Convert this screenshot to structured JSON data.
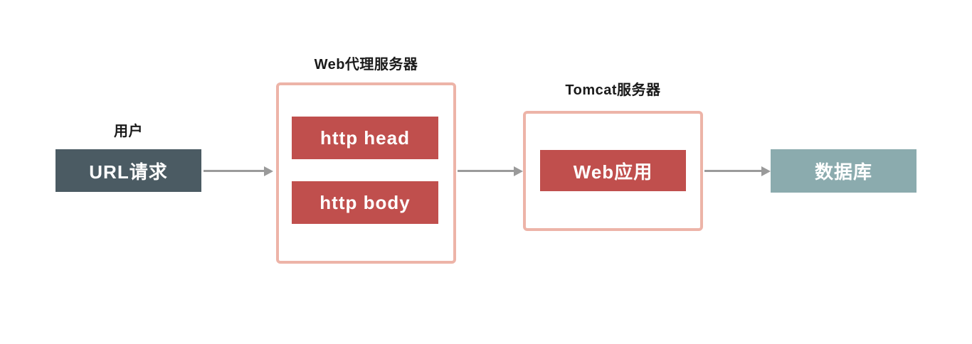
{
  "diagram": {
    "nodes": {
      "user_caption": "用户",
      "url_request": "URL请求",
      "proxy_caption": "Web代理服务器",
      "http_head": "http head",
      "http_body": "http body",
      "tomcat_caption": "Tomcat服务器",
      "web_app": "Web应用",
      "database": "数据库"
    },
    "edges": [
      {
        "from": "url_request",
        "to": "proxy_server"
      },
      {
        "from": "proxy_server",
        "to": "tomcat_server"
      },
      {
        "from": "tomcat_server",
        "to": "database"
      }
    ],
    "colors": {
      "canvas_bg": "#ffffff",
      "user_node_bg": "#4b5b63",
      "red_node_bg": "#c04f4d",
      "database_node_bg": "#8babae",
      "group_border": "#edb4a8",
      "arrow": "#9a9a9a",
      "caption_text": "#1a1a1a",
      "node_text": "#ffffff"
    }
  }
}
